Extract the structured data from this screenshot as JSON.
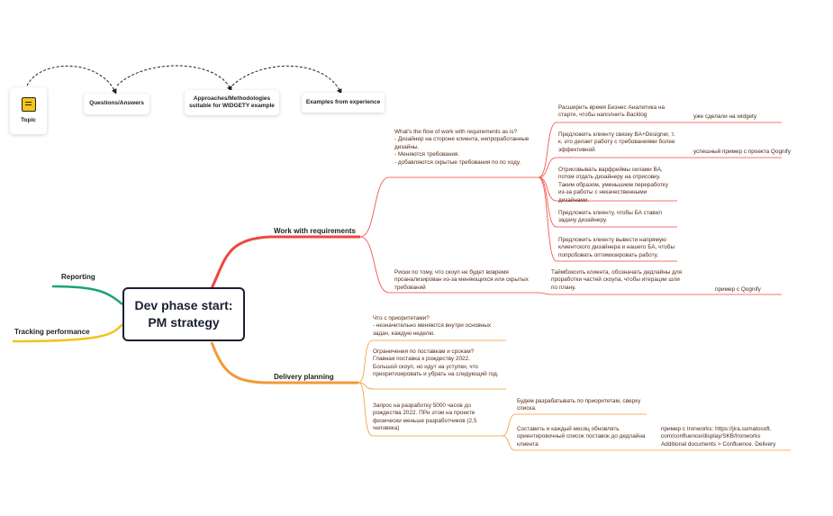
{
  "legend": {
    "topic": "Topic",
    "questions": "Questions/Answers",
    "approaches": "Approaches/Methodologies suitable for WIDGETY example",
    "examples": "Examples from experience"
  },
  "central": {
    "title": "Dev phase start: PM strategy"
  },
  "branches": {
    "work": "Work with requirements",
    "delivery": "Delivery planning",
    "reporting": "Reporting",
    "tracking": "Tracking performance"
  },
  "work": {
    "q1": "What's the flow of work with requirements as is?\n- Дизайнер на стороне клиента, непроработанные дизайны.\n- Меняются требования.\n- добавляются скрытые требования по по ходу.",
    "a1": "Расширить время Бизнес Аналитика на старте, чтобы наполнить Backlog",
    "e1": "уже сделали на widgety",
    "a2": "Предложить клиенту связку BA+Designer, т. к. это делает работу с требованиями более эффективной",
    "e2": "успешный пример с проекта Qognify",
    "a3": "Отрисовывать варфреймы силами BA, потом отдать дизайнеру на отрисовку. Таким образом, уменьшием переработку из-за работы с некачественными дизайнами.",
    "a4": "Предложить клиенту, чтобы БА ставил задачу дизайнеру.",
    "a5": "Предложить клиенту вывести напрямую клиентского дизайнера и нашего БА, чтобы попробовать оптимизировать работу.",
    "q2": "Риски по тому, что скоуп не будет вовремя проанализирован из-за меняющихся или скрытых требований",
    "a6": "Таймбоксить клиента, обозначать дедлайны для проработки частей скоупа, чтобы итерации шли по плану.",
    "e3": "пример с Qognify"
  },
  "delivery": {
    "q1": "Что с приоритетами?\n- незначительно меняются внутри основных задач, каждую неделю.",
    "q2": "Ограничения по поставкам и срокам?\nГлавная поставка к рождеству 2022.\nБольшой скоуп, но идут на уступки, что приоритизировать и убрать на следующий год.",
    "q3": "Запрос на разработку 5000 часов до рождества 2022. ПРи этом на проекте физически меньше разработчиков (2,5 человека)",
    "a1": "Будем разрабатывать по приоритетам, сверху списка.",
    "a2": "Составить и каждый месяц обновлять ориентировочный список поставок до дедлайна клиента",
    "e1": "пример с Ironworks: https://jira.sumatosoft.\ncom/confluence/display/SKB/Ironworks\nAdditional documents > Confluence. Delivery"
  },
  "colors": {
    "work": "#f0463c",
    "delivery": "#f29a38",
    "reporting": "#1aa37a",
    "tracking": "#f2c418",
    "central_border": "#1a1f36"
  }
}
